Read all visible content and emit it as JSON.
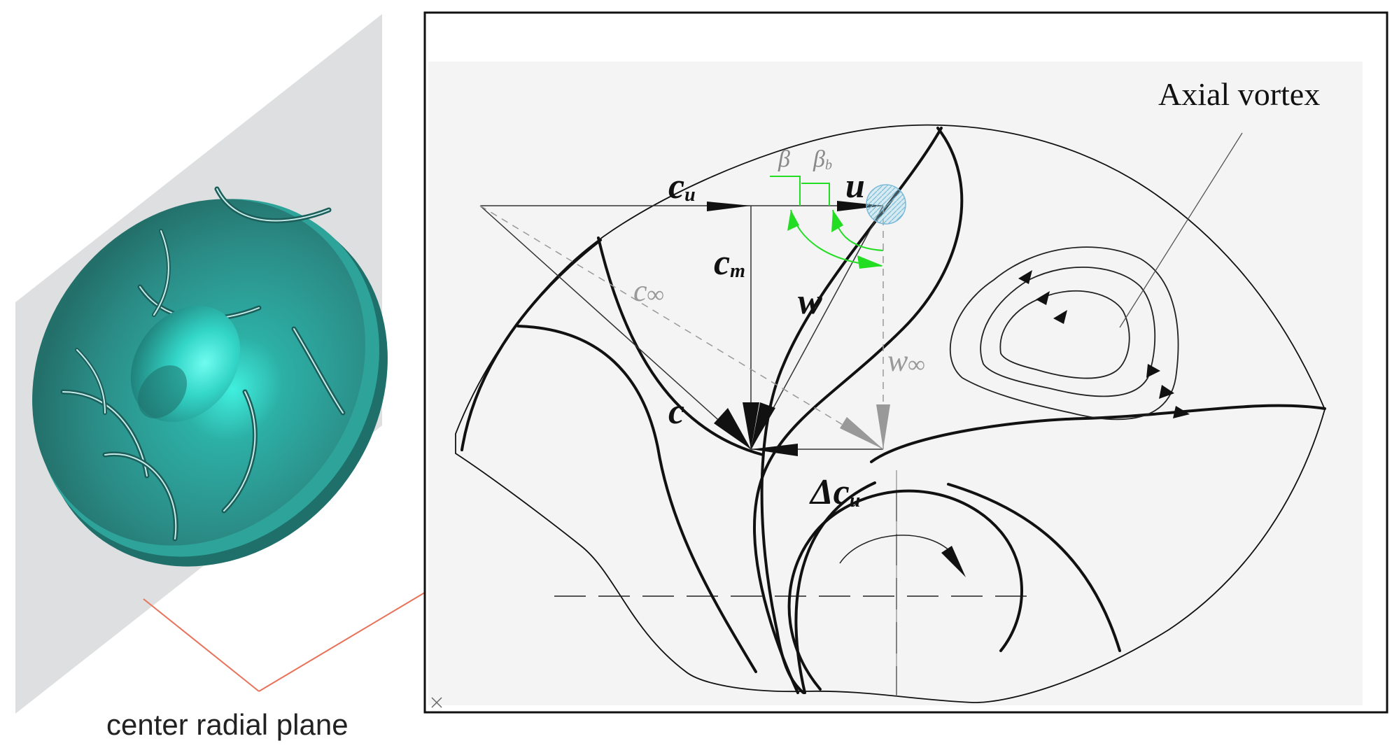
{
  "left_panel": {
    "caption": "center radial plane"
  },
  "diagram": {
    "annotation": "Axial vortex",
    "labels": {
      "cu": "c",
      "cu_sub": "u",
      "u": "u",
      "cm": "c",
      "cm_sub": "m",
      "c_inf": "c",
      "c_inf_sub": "∞",
      "w": "w",
      "w_inf": "w",
      "w_inf_sub": "∞",
      "c": "c",
      "delta_cu": "Δc",
      "delta_cu_sub": "u",
      "beta": "β",
      "beta_b": "β",
      "beta_b_sub": "b"
    },
    "colors": {
      "disk": "#2e8f87",
      "disk_highlight": "#3fe6d6",
      "plane": "#dedfe0",
      "angle_arcs": "#22dd22",
      "leader_lines": "#e8735a",
      "gray_vectors": "#999999",
      "vortex_core": "#9fd8ec"
    }
  }
}
